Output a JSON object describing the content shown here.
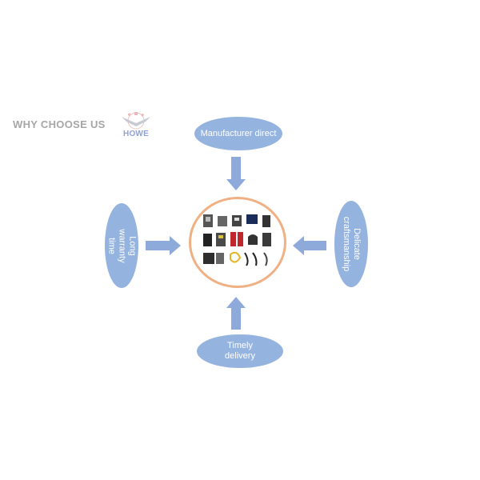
{
  "header": {
    "title": "WHY CHOOSE US",
    "logo_text": "HOWE"
  },
  "diagram": {
    "nodes": {
      "top": "Manufacturer direct",
      "left": "Long warranty time",
      "right": "Delicate craftsmanship",
      "bottom": "Timely delivery"
    },
    "center": {
      "image_icon": "product-collage-icon"
    }
  },
  "colors": {
    "ellipse_fill": "#95b3df",
    "arrow_fill": "#8eaadb",
    "ring_stroke": "#efb183",
    "header_text": "#a6a6a6",
    "logo_accent": "#8fa0d8"
  }
}
